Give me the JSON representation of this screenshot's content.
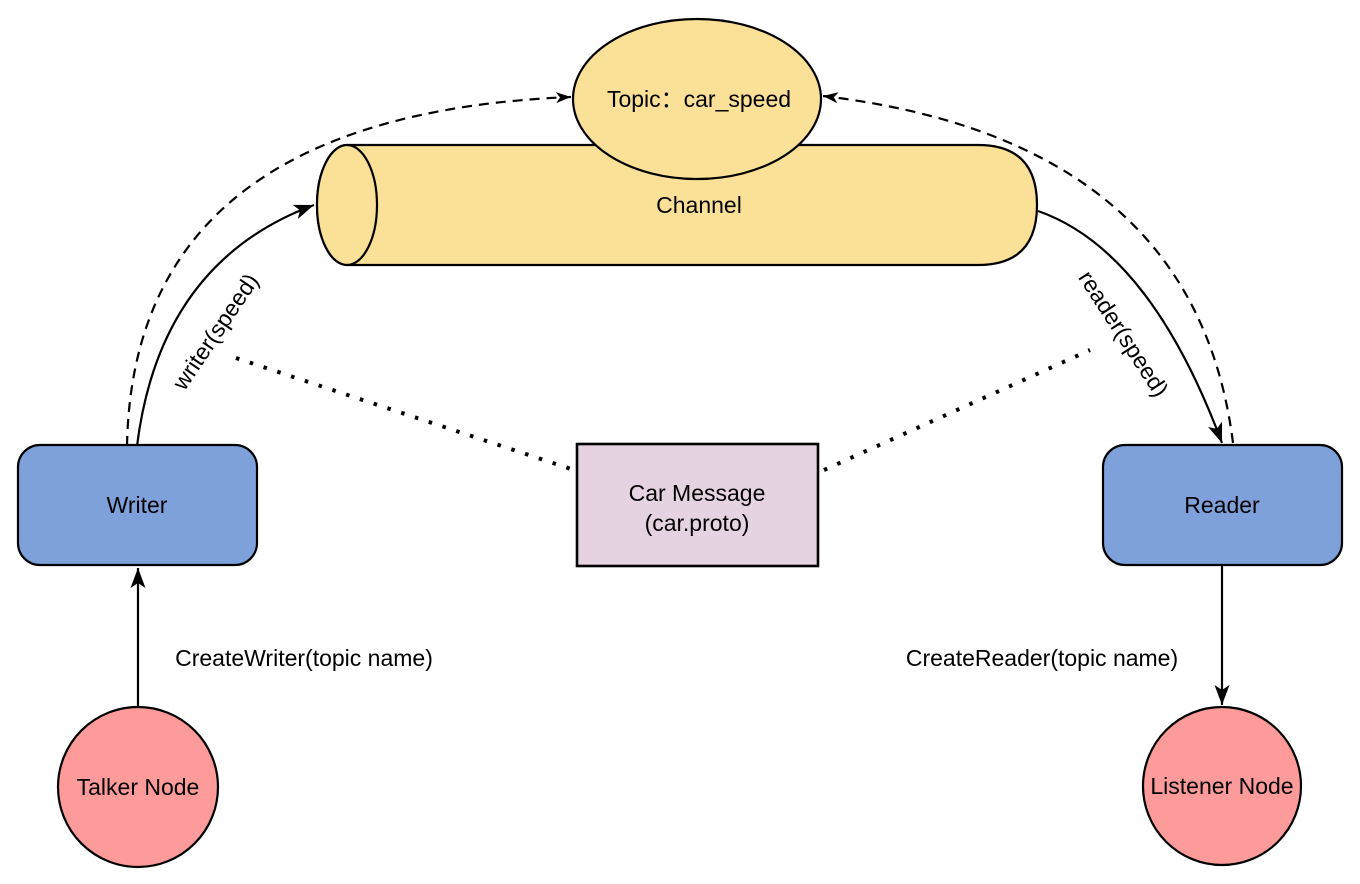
{
  "diagram": {
    "title_hint": "pub-sub topic/channel diagram",
    "colors": {
      "background": "#FFFFFF",
      "stroke": "#000000",
      "node_yellow": "#FBE098",
      "node_blue": "#7FA1DB",
      "node_red": "#FD9A9A",
      "node_lavender": "#E6D3E1"
    },
    "nodes": {
      "topic": {
        "label": "Topic：car_speed",
        "shape": "ellipse",
        "fill": "#FBE098"
      },
      "channel": {
        "label": "Channel",
        "shape": "cylinder",
        "fill": "#FBE098"
      },
      "writer": {
        "label": "Writer",
        "shape": "rounded-rect",
        "fill": "#7FA1DB"
      },
      "reader": {
        "label": "Reader",
        "shape": "rounded-rect",
        "fill": "#7FA1DB"
      },
      "car_message": {
        "line1": "Car Message",
        "line2": "(car.proto)",
        "shape": "rect",
        "fill": "#E6D3E1"
      },
      "talker_node": {
        "label": "Talker Node",
        "shape": "circle",
        "fill": "#FD9A9A"
      },
      "listener_node": {
        "label": "Listener Node",
        "shape": "circle",
        "fill": "#FD9A9A"
      }
    },
    "edges": {
      "writer_to_channel": {
        "label": "writer(speed)",
        "style": "solid",
        "arrow_at": "channel"
      },
      "channel_to_reader": {
        "label": "reader(speed)",
        "style": "solid",
        "arrow_at": "reader"
      },
      "writer_to_topic": {
        "style": "dashed",
        "arrow_at": "topic"
      },
      "reader_to_topic": {
        "style": "dashed",
        "arrow_at": "topic"
      },
      "talker_to_writer": {
        "label": "CreateWriter(topic name)",
        "style": "solid",
        "arrow_at": "writer"
      },
      "reader_to_listener": {
        "label": "CreateReader(topic name)",
        "style": "solid",
        "arrow_at": "listener"
      },
      "writer_to_message": {
        "style": "dotted"
      },
      "message_to_reader": {
        "style": "dotted"
      }
    }
  }
}
